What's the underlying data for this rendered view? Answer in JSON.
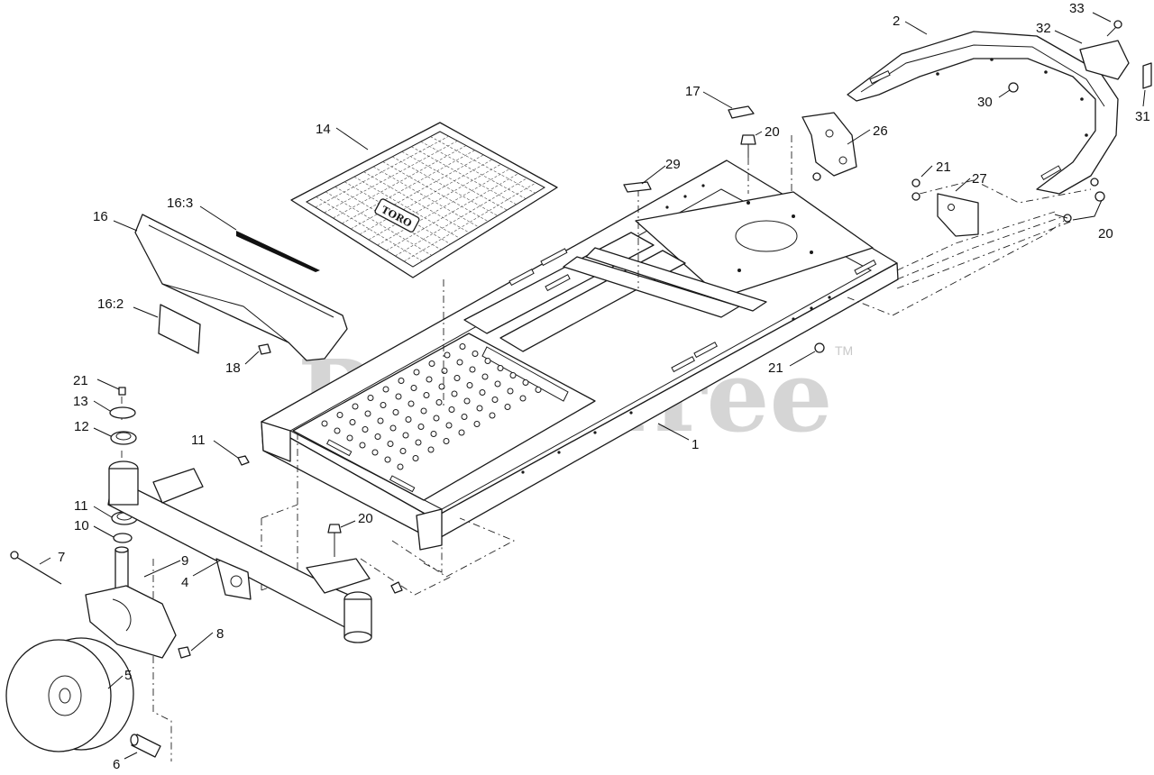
{
  "watermark": {
    "text": "PartsTree",
    "trademark": "TM"
  },
  "mat_brand": "TORO",
  "callouts": [
    {
      "id": "c-33",
      "label": "33"
    },
    {
      "id": "c-2",
      "label": "2"
    },
    {
      "id": "c-32",
      "label": "32"
    },
    {
      "id": "c-30",
      "label": "30"
    },
    {
      "id": "c-31",
      "label": "31"
    },
    {
      "id": "c-17",
      "label": "17"
    },
    {
      "id": "c-20a",
      "label": "20"
    },
    {
      "id": "c-26",
      "label": "26"
    },
    {
      "id": "c-14",
      "label": "14"
    },
    {
      "id": "c-29",
      "label": "29"
    },
    {
      "id": "c-21a",
      "label": "21"
    },
    {
      "id": "c-27",
      "label": "27"
    },
    {
      "id": "c-20b",
      "label": "20"
    },
    {
      "id": "c-16",
      "label": "16"
    },
    {
      "id": "c-163",
      "label": "16:3"
    },
    {
      "id": "c-162",
      "label": "16:2"
    },
    {
      "id": "c-18",
      "label": "18"
    },
    {
      "id": "c-21b",
      "label": "21"
    },
    {
      "id": "c-13",
      "label": "13"
    },
    {
      "id": "c-12",
      "label": "12"
    },
    {
      "id": "c-11a",
      "label": "11"
    },
    {
      "id": "c-21c",
      "label": "21"
    },
    {
      "id": "c-1",
      "label": "1"
    },
    {
      "id": "c-11b",
      "label": "11"
    },
    {
      "id": "c-20c",
      "label": "20"
    },
    {
      "id": "c-10",
      "label": "10"
    },
    {
      "id": "c-7",
      "label": "7"
    },
    {
      "id": "c-9",
      "label": "9"
    },
    {
      "id": "c-4",
      "label": "4"
    },
    {
      "id": "c-8",
      "label": "8"
    },
    {
      "id": "c-5",
      "label": "5"
    },
    {
      "id": "c-6",
      "label": "6"
    }
  ]
}
